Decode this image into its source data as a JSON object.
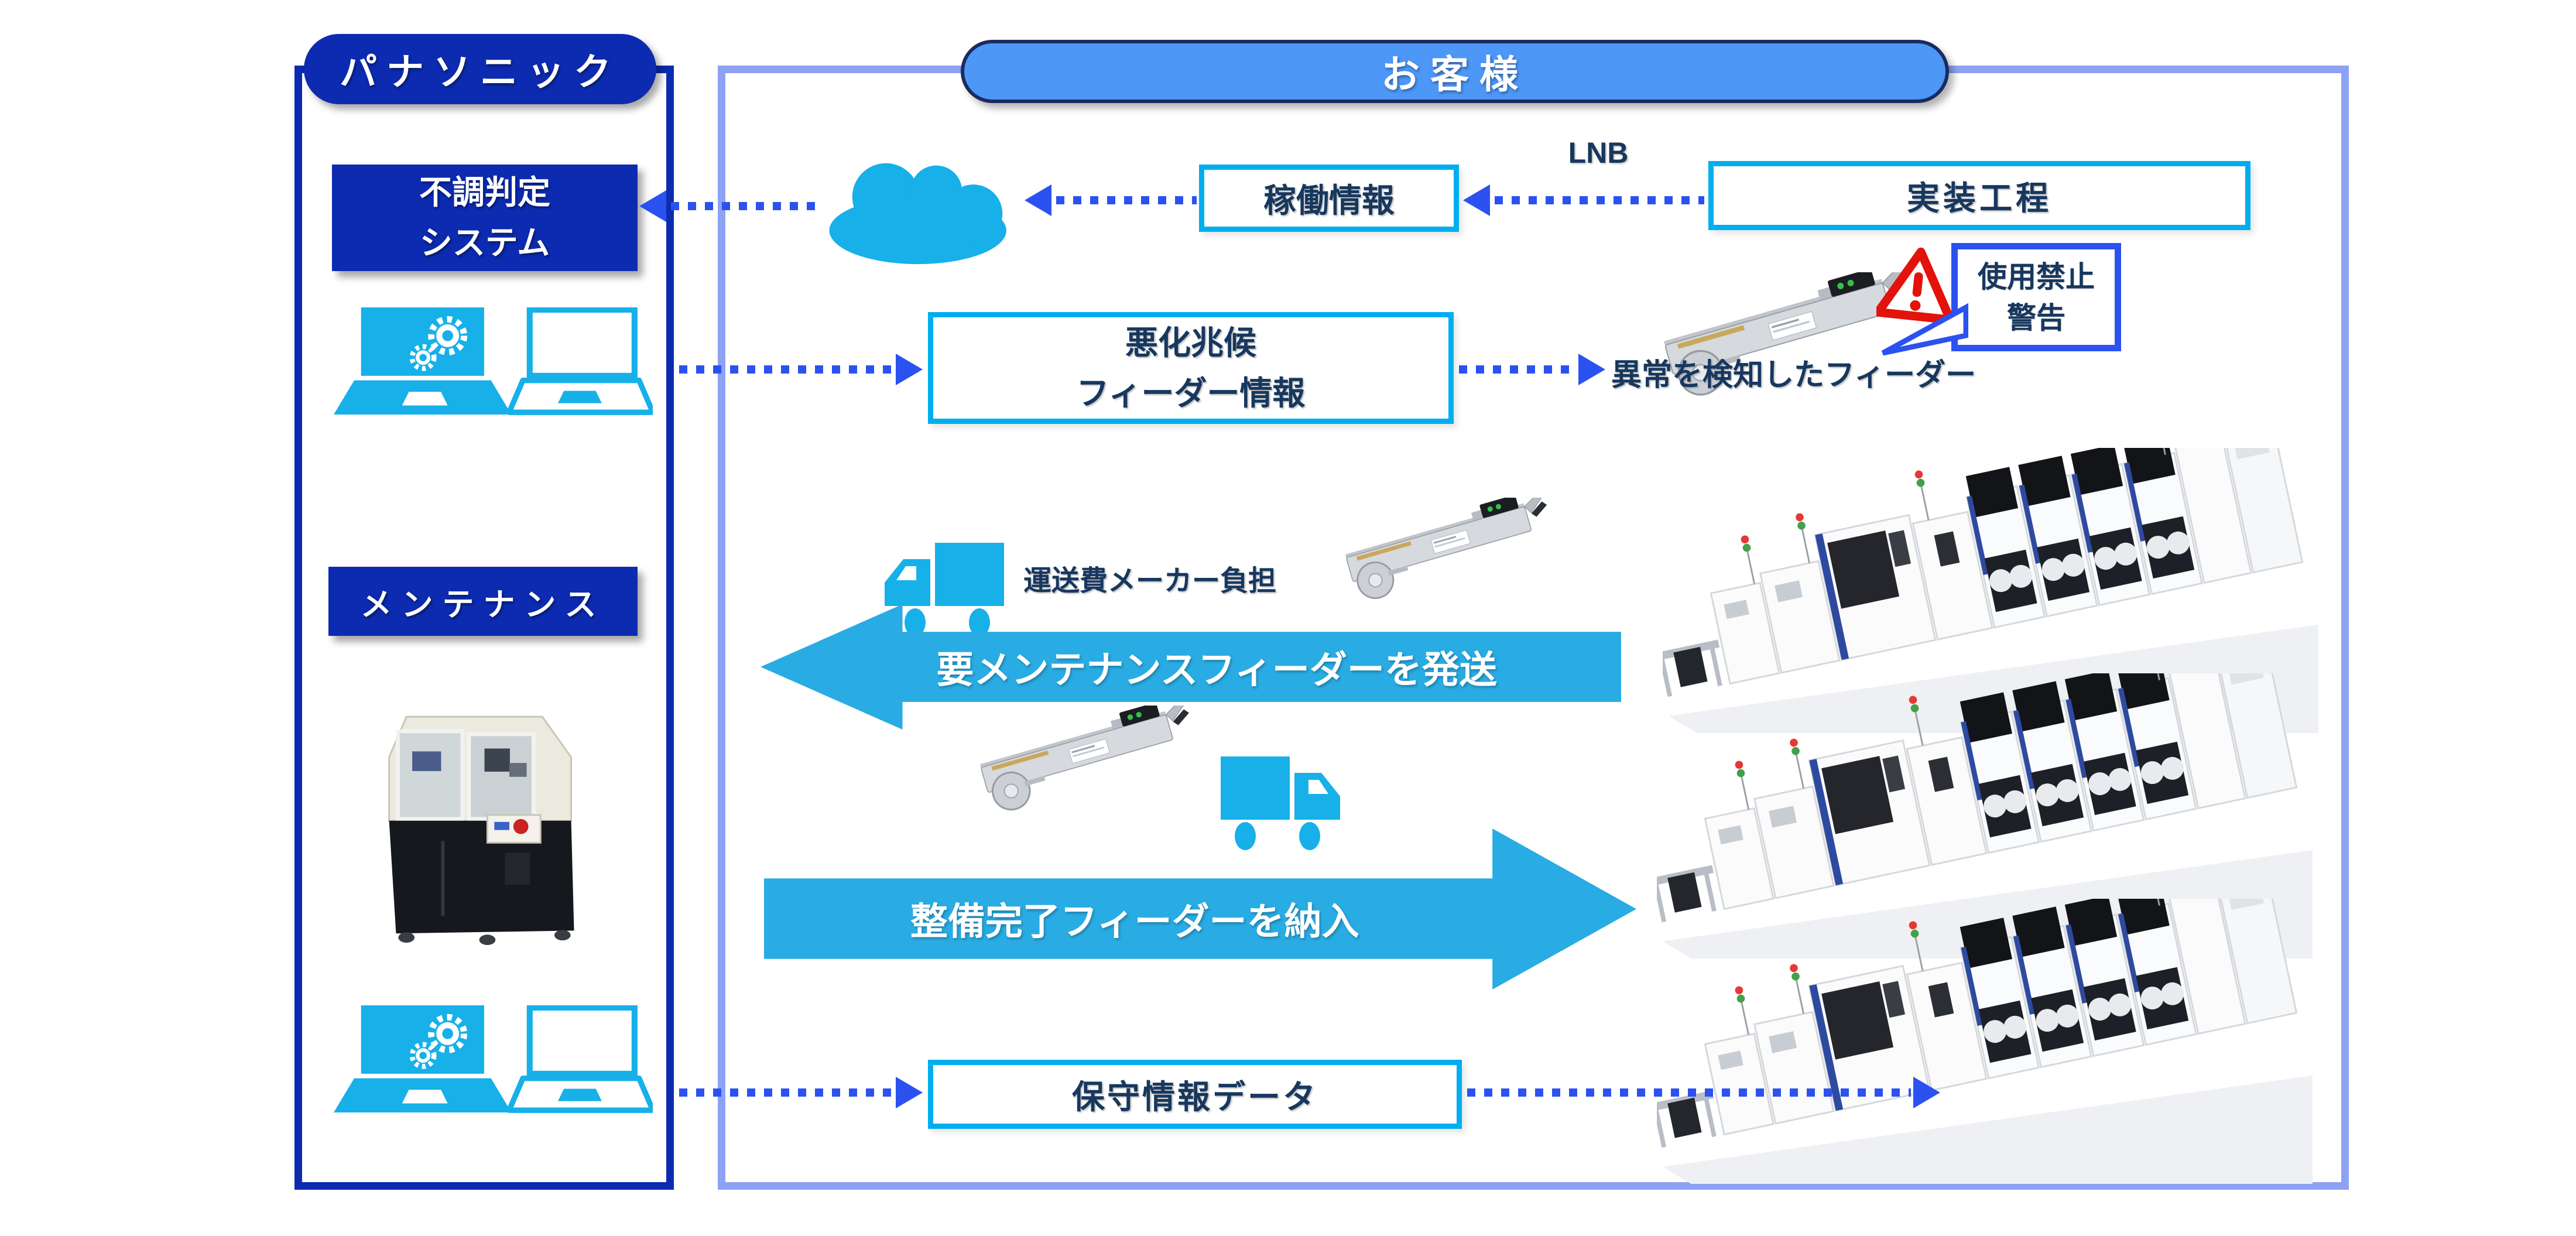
{
  "colors": {
    "dark_blue": "#0C2BB0",
    "panel_border_blue": "#0C2BB0",
    "customer_border": "#8EA2F4",
    "customer_pill": "#4D97F7",
    "pill_border_navy": "#1A2B5E",
    "cyan_border": "#00AEEF",
    "cyan_fill": "#17B0E9",
    "arrow_cyan": "#29ACE3",
    "dash_blue": "#2B52F0",
    "navy_text": "#17375E",
    "warning_red": "#E3120B"
  },
  "panasonic": {
    "title": "パナソニック",
    "fault_system": {
      "line1": "不調判定",
      "line2": "システム"
    },
    "maintenance_label": "メンテナンス"
  },
  "customer": {
    "title": "お客様",
    "operation_info": "稼働情報",
    "lnb_label": "LNB",
    "mounting_process": "実装工程",
    "warning": {
      "line1": "使用禁止",
      "line2": "警告"
    },
    "deterioration": {
      "line1": "悪化兆候",
      "line2": "フィーダー情報"
    },
    "abnormal_feeder": "異常を検知したフィーダー",
    "shipping_note": "運送費メーカー負担",
    "send_arrow": "要メンテナンスフィーダーを発送",
    "deliver_arrow": "整備完了フィーダーを納入",
    "maintenance_data": "保守情報データ"
  },
  "icons": [
    "cloud-icon",
    "laptop-gears-icon",
    "laptop-outline-icon",
    "truck-icon",
    "warning-triangle-icon",
    "feeder-photo",
    "maintenance-machine-photo",
    "smt-line-photo"
  ]
}
